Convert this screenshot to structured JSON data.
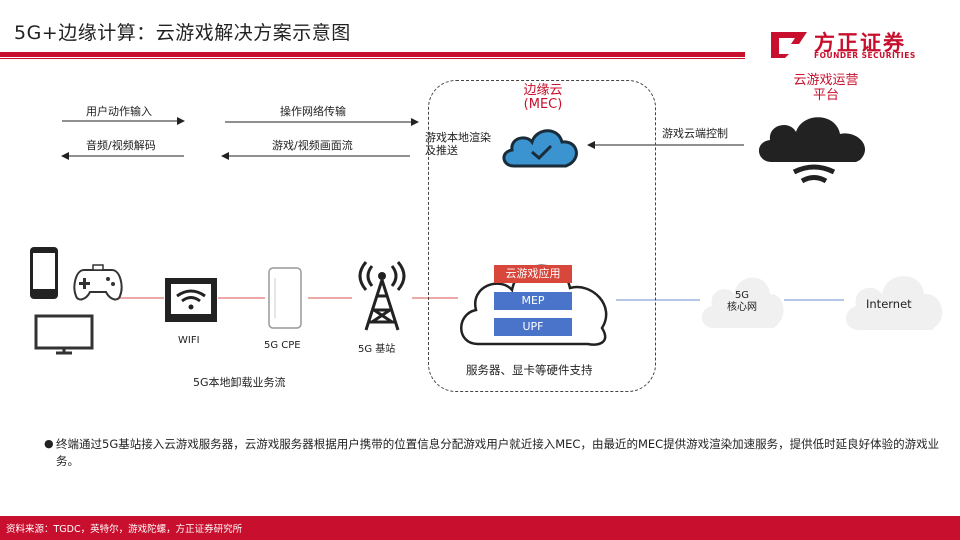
{
  "title": "5G+边缘计算：云游戏解决方案示意图",
  "brand": {
    "name_cn": "方正证券",
    "name_en": "FOUNDER SECURITIES",
    "color": "#c8102e"
  },
  "top_flows": {
    "user_input": "用户动作输入",
    "network": "操作网络传输",
    "decode": "音频/视频解码",
    "stream": "游戏/视频画面流"
  },
  "mec": {
    "title": "边缘云",
    "subtitle": "(MEC)",
    "render_label": "游戏本地渲染\n及推送",
    "stack": [
      "云游戏应用",
      "MEP",
      "UPF"
    ],
    "hardware_label": "服务器、显卡等硬件支持"
  },
  "cloud_platform": {
    "title": "云游戏运营\n平台",
    "control_label": "游戏云端控制"
  },
  "devices": {
    "wifi": "WIFI",
    "cpe": "5G CPE",
    "base_station": "5G 基站",
    "offload_label": "5G本地卸载业务流"
  },
  "core": {
    "label": "5G\n核心网",
    "internet": "Internet"
  },
  "note": "终端通过5G基站接入云游戏服务器，云游戏服务器根据用户携带的位置信息分配游戏用户就近接入MEC，由最近的MEC提供游戏渲染加速服务，提供低时延良好体验的游戏业务。",
  "source": "资料来源：TGDC，英特尔，游戏陀螺，方正证券研究所",
  "colors": {
    "accent": "#c8102e",
    "stack_red": "#d7473b",
    "stack_blue": "#4a74c9",
    "cloud_blue": "#3b93cf"
  }
}
